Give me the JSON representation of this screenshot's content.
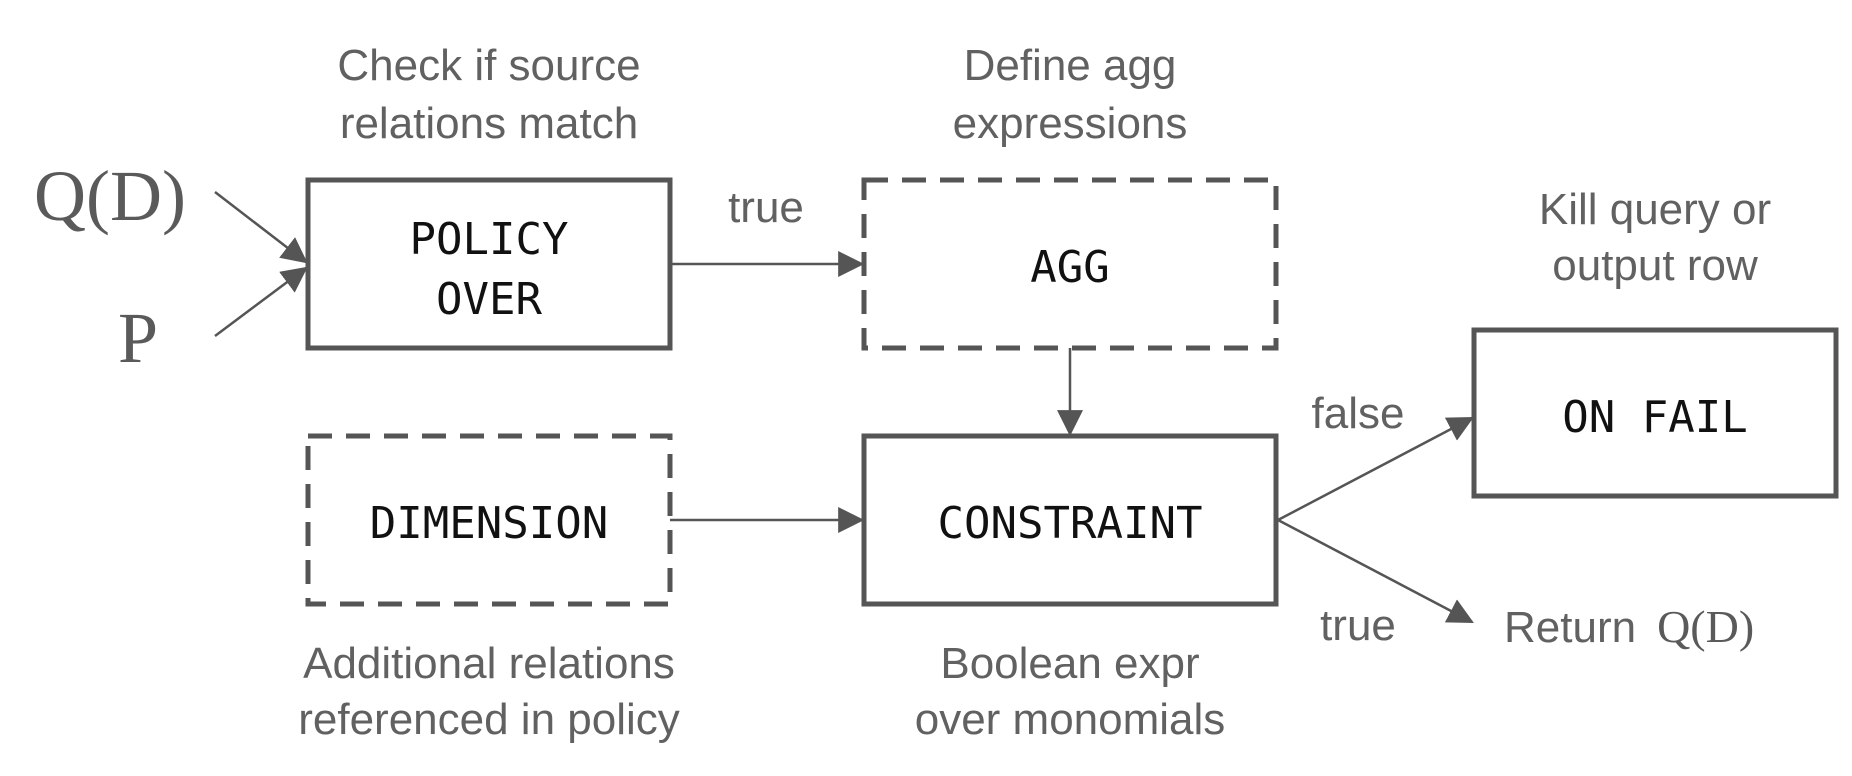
{
  "inputs": {
    "query": "Q(D)",
    "policy": "P"
  },
  "nodes": {
    "policy_over": {
      "lines": [
        "POLICY",
        "OVER"
      ]
    },
    "agg": {
      "label": "AGG"
    },
    "dimension": {
      "label": "DIMENSION"
    },
    "constraint": {
      "label": "CONSTRAINT"
    },
    "on_fail": {
      "label": "ON FAIL"
    }
  },
  "annotations": {
    "policy_over": [
      "Check if source",
      "relations match"
    ],
    "agg": [
      "Define agg",
      "expressions"
    ],
    "dimension": [
      "Additional relations",
      "referenced in policy"
    ],
    "constraint": [
      "Boolean expr",
      "over monomials"
    ],
    "on_fail": [
      "Kill query or",
      "output row"
    ]
  },
  "edges": {
    "policy_to_agg": "true",
    "constraint_to_fail": "false",
    "constraint_to_return": "true"
  },
  "output": {
    "return_label": "Return",
    "return_value": "Q(D)"
  }
}
